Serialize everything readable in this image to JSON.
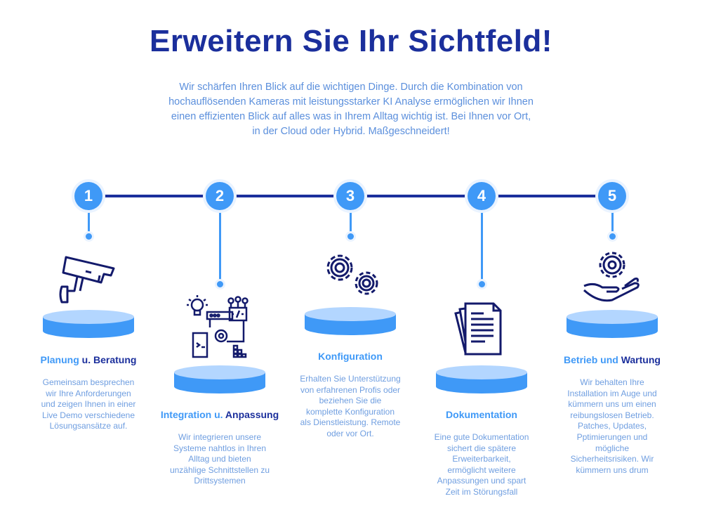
{
  "header": {
    "title": "Erweitern Sie Ihr Sichtfeld!",
    "subtitle_lines": [
      "Wir schärfen Ihren Blick auf die wichtigen Dinge. Durch die Kombination von",
      "hochauflösenden Kameras mit leistungsstarker KI Analyse ermöglichen wir Ihnen",
      "einen effizienten Blick auf alles was in Ihrem Alltag wichtig ist. Bei Ihnen vor Ort,",
      "in der Cloud oder Hybrid. Maßgeschneidert!"
    ]
  },
  "colors": {
    "accent": "#3f99f7",
    "dark": "#1b2f9c",
    "icon": "#131a6b",
    "text": "#6f9ee0"
  },
  "steps": [
    {
      "number": "1",
      "icon": "security-camera-icon",
      "title_light": "Planung",
      "title_dark": " u. Beratung",
      "body": [
        "Gemeinsam besprechen",
        "wir Ihre Anforderungen",
        "und zeigen Ihnen in einer",
        "Live Demo verschiedene",
        "Lösungsansätze auf."
      ]
    },
    {
      "number": "2",
      "icon": "integration-icon",
      "title_light": "Integration u. ",
      "title_dark": "Anpassung",
      "body": [
        "Wir integrieren unsere",
        "Systeme nahtlos in Ihren",
        "Alltag und bieten",
        "unzählige Schnittstellen zu",
        "Drittsystemen"
      ]
    },
    {
      "number": "3",
      "icon": "gears-icon",
      "title_light": "Konfiguration",
      "title_dark": "",
      "body": [
        "Erhalten Sie Unterstützung",
        "von erfahrenen Profis oder",
        "beziehen Sie die",
        "komplette Konfiguration",
        "als Dienstleistung. Remote",
        "oder vor Ort."
      ]
    },
    {
      "number": "4",
      "icon": "documents-icon",
      "title_light": "Dokumentation",
      "title_dark": "",
      "body": [
        "Eine gute Dokumentation",
        "sichert die spätere",
        "Erweiterbarkeit,",
        "ermöglicht weitere",
        "Anpassungen und spart",
        "Zeit im Störungsfall"
      ]
    },
    {
      "number": "5",
      "icon": "hand-gear-icon",
      "title_light": "Betrieb und ",
      "title_dark": "Wartung",
      "body": [
        "Wir behalten Ihre",
        "Installation im Auge und",
        "kümmern uns um einen",
        "reibungslosen Betrieb.",
        "Patches, Updates,",
        "Pptimierungen und",
        "mögliche",
        "Sicherheitsrisiken. Wir",
        "kümmern uns drum"
      ]
    }
  ]
}
